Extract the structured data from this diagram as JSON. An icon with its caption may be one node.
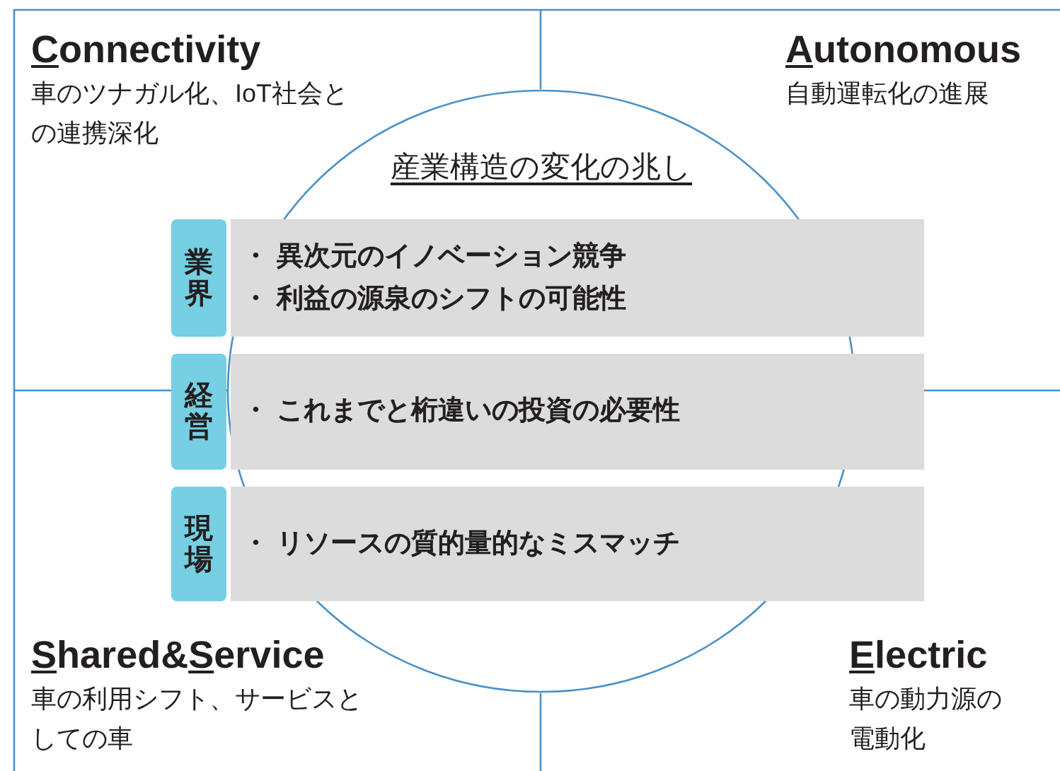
{
  "diagram": {
    "nodes": [
      {
        "text": [
          "Connectivity",
          "車のツナガル化、IoT社会との連携深化"
        ]
      },
      {
        "text": [
          "Autonomous",
          "自動運転化の進展"
        ]
      },
      {
        "text": [
          "産業構造の変化の兆し"
        ]
      },
      {
        "text": [
          "業界"
        ]
      },
      {
        "text": [
          "・ 異次元のイノベーション競争",
          "・ 利益の源泉のシフトの可能性"
        ]
      },
      {
        "text": [
          "経営"
        ]
      },
      {
        "text": [
          "・ これまでと桁違いの投資の必要性"
        ]
      },
      {
        "text": [
          "現場"
        ]
      },
      {
        "text": [
          "・ リソースの質的量的なミスマッチ"
        ]
      },
      {
        "text": [
          "Shared&Service",
          "車の利用シフト、サービスとしての車"
        ]
      },
      {
        "text": [
          "Electric",
          "車の動力源の電動化"
        ]
      }
    ],
    "edges": []
  }
}
